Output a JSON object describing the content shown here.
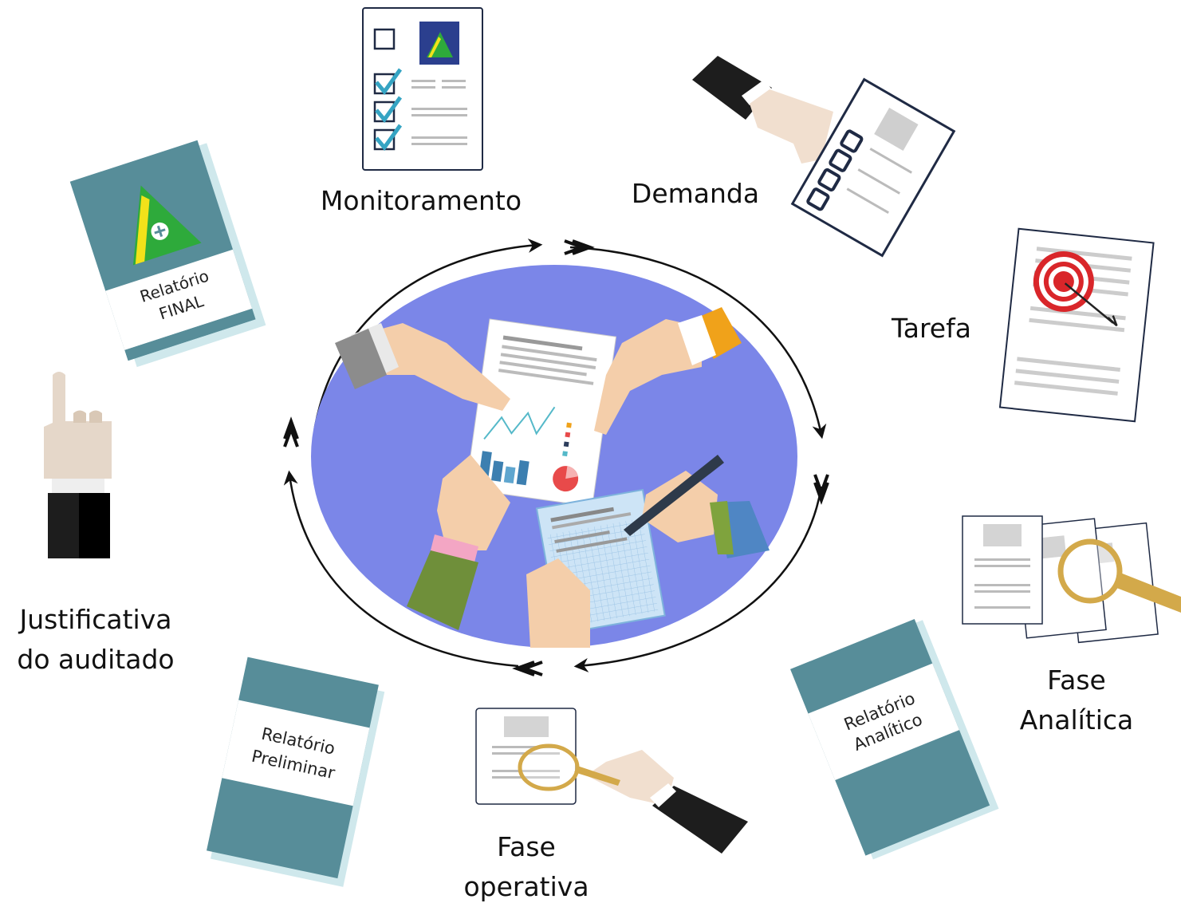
{
  "labels": {
    "monitoramento": "Monitoramento",
    "demanda": "Demanda",
    "tarefa": "Tarefa",
    "fase_analitica": [
      "Fase",
      "Analítica"
    ],
    "fase_operativa": [
      "Fase",
      "operativa"
    ],
    "justificativa": [
      "Justificativa",
      "do auditado"
    ]
  },
  "books": {
    "final": [
      "Relatório",
      "FINAL"
    ],
    "preliminar": [
      "Relatório",
      "Preliminar"
    ],
    "analitico": [
      "Relatório",
      "Analítico"
    ]
  },
  "colors": {
    "center_disc": "#7b86e8",
    "book_teal": "#578d99",
    "book_shadow": "#cfe8ec",
    "logo_green": "#2eaa3b",
    "logo_yellow": "#f2e21a",
    "check_teal": "#35a4c3",
    "target_red": "#d9262a",
    "magnifier_gold": "#d3a94a",
    "doc_border": "#1f2a44"
  },
  "icons": [
    "checklist-document-icon",
    "hand-holding-checklist-icon",
    "target-document-icon",
    "magnified-documents-icon",
    "relatorio-analitico-book-icon",
    "hand-with-magnifier-icon",
    "relatorio-preliminar-book-icon",
    "raised-finger-hand-icon",
    "relatorio-final-book-icon",
    "team-meeting-illustration",
    "cycle-arrows-icon"
  ]
}
